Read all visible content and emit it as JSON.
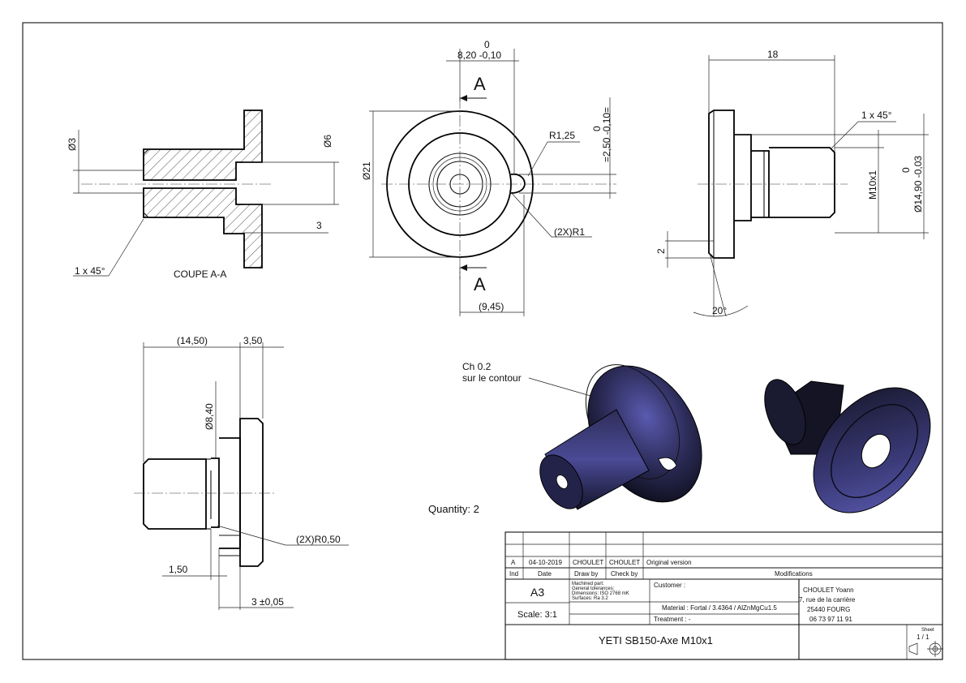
{
  "labels": {
    "section_title": "COUPE A-A",
    "section_letter_top": "A",
    "section_letter_bottom": "A",
    "quantity": "Quantity: 2",
    "chamfer_note_line1": "Ch 0.2",
    "chamfer_note_line2": "sur le contour"
  },
  "dims": {
    "section": {
      "dia3": "Ø3",
      "dia6": "Ø6",
      "len3": "3",
      "chamfer": "1 x 45°"
    },
    "front": {
      "tol_top_upper": "0",
      "width_820": "8,20 -0,10",
      "dia21": "Ø21",
      "r125": "R1,25",
      "tol_side_upper": "0",
      "depth_250": "=2,50 -0,10=",
      "r1": "(2X)R1",
      "ref945": "(9,45)"
    },
    "side": {
      "len18": "18",
      "chamfer": "1 x 45°",
      "thread": "M10x1",
      "tol_upper": "0",
      "dia1490": "Ø14,90 -0,03",
      "len2": "2",
      "angle20": "20°"
    },
    "bottom": {
      "ref1450": "(14,50)",
      "len350": "3,50",
      "dia840": "Ø8,40",
      "r050": "(2X)R0,50",
      "len150": "1,50",
      "len3tol": "3 ±0,05"
    }
  },
  "title_block": {
    "rev_ind": "A",
    "rev_date": "04-10-2019",
    "rev_draw": "CHOULET",
    "rev_check": "CHOULET",
    "rev_desc": "Original version",
    "head_ind": "Ind",
    "head_date": "Date",
    "head_draw": "Draw by",
    "head_check": "Check by",
    "head_mod": "Modifications",
    "format": "A3",
    "scale": "Scale: 3:1",
    "notes": [
      "Machined part:",
      "General tolerances:",
      "Dimensions: ISO 2768 mK",
      "Surfaces: Ra 3.2"
    ],
    "customer": "Customer :",
    "material": "Material : Fortal / 3.4364 / AlZnMgCu1.5",
    "treatment": "Treatment : -",
    "company_name": "CHOULET Yoann",
    "company_street": "7, rue de la carrière",
    "company_city": "25440 FOURG",
    "company_phone": "06 73 97 11 91",
    "drawing_title": "YETI SB150-Axe M10x1",
    "sheet_label": "Sheet",
    "sheet_value": "1 / 1"
  },
  "colors": {
    "render_body": "#2a2a55",
    "render_highlight": "#5a5ab0"
  },
  "icons": [
    "projection-symbol-icon"
  ]
}
